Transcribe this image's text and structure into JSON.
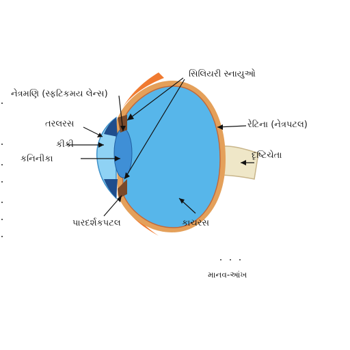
{
  "labels": {
    "ciliary_muscles": "સિલિયરી સ્નાયુઓ",
    "lens": "નેત્રમણિ (સ્ફટિકમય લેન્સ)",
    "aqueous_humour": "તરલરસ",
    "iris": "કીકી",
    "pupil": "કનિનીકા",
    "retina": "રેટિના (નેત્રપટલ)",
    "optic_nerve": "દૃષ્ટિચેતા",
    "cornea": "પારદર્શકપટલ",
    "vitreous_humour": "કાચરસ"
  },
  "caption": "માનવ-આંખ",
  "colors": {
    "vitreous": "#57b6ea",
    "lens": "#3f8fd6",
    "sclera": "#e4a05a",
    "retina_line": "#c06a3c",
    "eyelid": "#f07a30",
    "iris": "#1f4d8c",
    "nerve": "#efe7c8"
  }
}
